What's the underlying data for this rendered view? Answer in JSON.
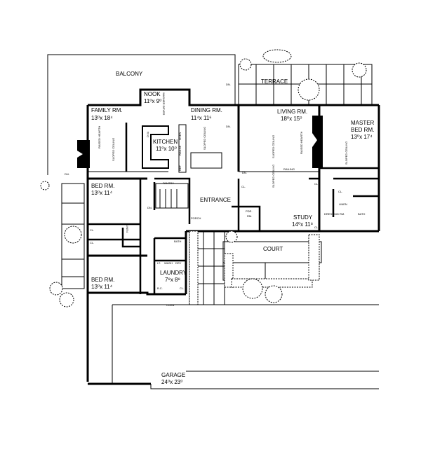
{
  "rooms": {
    "balcony": {
      "label": "BALCONY"
    },
    "terrace": {
      "label": "TERRACE"
    },
    "nook": {
      "label": "NOOK",
      "size": "11⁰x 9⁰"
    },
    "family": {
      "label": "FAMILY RM.",
      "size": "13⁰x 18⁴"
    },
    "dining": {
      "label": "DINING RM.",
      "size": "11⁴x 11⁶"
    },
    "kitchen": {
      "label": "KITCHEN",
      "size": "11⁰x 10⁰"
    },
    "living": {
      "label": "LIVING RM.",
      "size": "18⁰x 15⁰"
    },
    "master": {
      "label": "MASTER",
      "label2": "BED RM.",
      "size": "13⁰x 17⁴"
    },
    "bed1": {
      "label": "BED RM.",
      "size": "13⁰x 11⁴"
    },
    "bed2": {
      "label": "BED RM.",
      "size": "13⁰x 11⁴"
    },
    "entrance": {
      "label": "ENTRANCE"
    },
    "porch": {
      "label": "PORCH"
    },
    "pantry": {
      "label": "PANTRY"
    },
    "pdr": {
      "label": "PDR.",
      "label2": "RM."
    },
    "study": {
      "label": "STUDY",
      "size": "14⁰x 11⁸"
    },
    "dressing": {
      "label": "DRESSING RM."
    },
    "master_bath": {
      "label": "BATH"
    },
    "bath": {
      "label": "BATH"
    },
    "laundry": {
      "label": "LAUNDRY",
      "size": "7⁸x 8⁸"
    },
    "court": {
      "label": "COURT"
    },
    "garage": {
      "label": "GARAGE",
      "size": "24⁰x 23⁰"
    }
  },
  "notes": {
    "cl": "CL.",
    "linen": "LINEN",
    "dn": "DN.",
    "railing": "RAILING",
    "curb": "CURB",
    "sloped_ceiling": "SLOPED CEILING",
    "raised_hearth": "RAISED HEARTH",
    "washer_dryer": "WASHER DRYER",
    "wash": "WASH",
    "dry": "DRY",
    "lt": "LT.",
    "bc": "B.C.",
    "ref": "REF",
    "range": "RANGE",
    "oven": "OVEN",
    "dw": "D.W."
  }
}
